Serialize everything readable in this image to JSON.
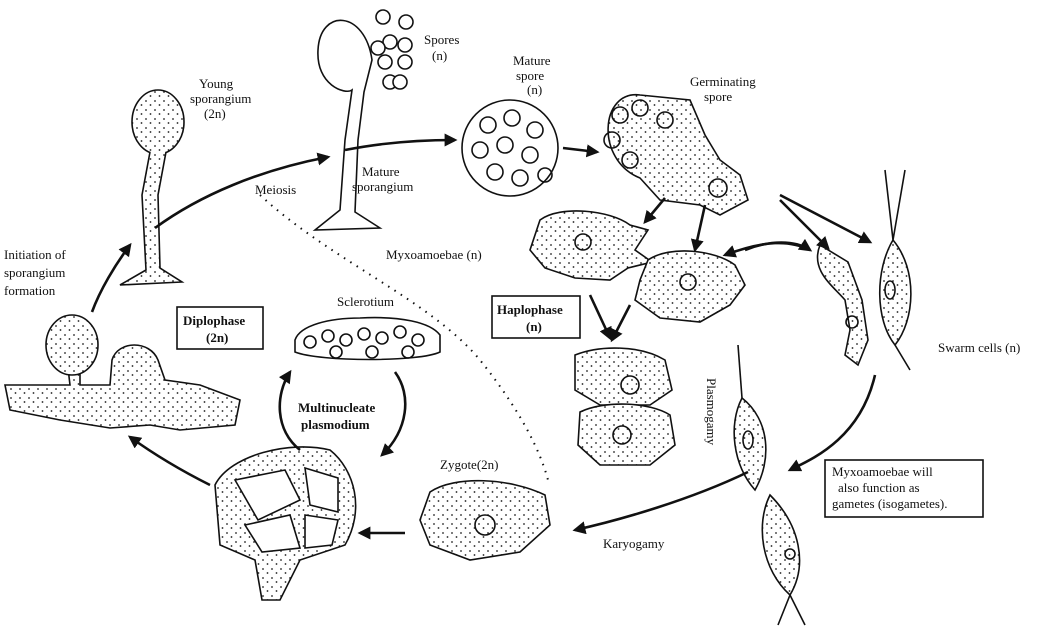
{
  "labels": {
    "spores": "Spores",
    "spores_n": "(n)",
    "young_sporangium_1": "Young",
    "young_sporangium_2": "sporangium",
    "young_sporangium_3": "(2n)",
    "mature_spore_1": "Mature",
    "mature_spore_2": "spore",
    "mature_spore_3": "(n)",
    "germinating_spore_1": "Germinating",
    "germinating_spore_2": "spore",
    "mature_sporangium_1": "Mature",
    "mature_sporangium_2": "sporangium",
    "meiosis": "Meiosis",
    "initiation_1": "Initiation of",
    "initiation_2": "sporangium",
    "initiation_3": "formation",
    "myxoamoebae": "Myxoamoebae (n)",
    "sclerotium": "Sclerotium",
    "diplophase_1": "Diplophase",
    "diplophase_2": "(2n)",
    "haplophase_1": "Haplophase",
    "haplophase_2": "(n)",
    "swarm_cells": "Swarm cells (n)",
    "plasmogamy": "Plasmogamy",
    "multinucleate_1": "Multinucleate",
    "multinucleate_2": "plasmodium",
    "zygote": "Zygote(2n)",
    "karyogamy": "Karyogamy",
    "note_1": "Myxoamoebae will",
    "note_2": "also function as",
    "note_3": "gametes (isogametes)."
  }
}
